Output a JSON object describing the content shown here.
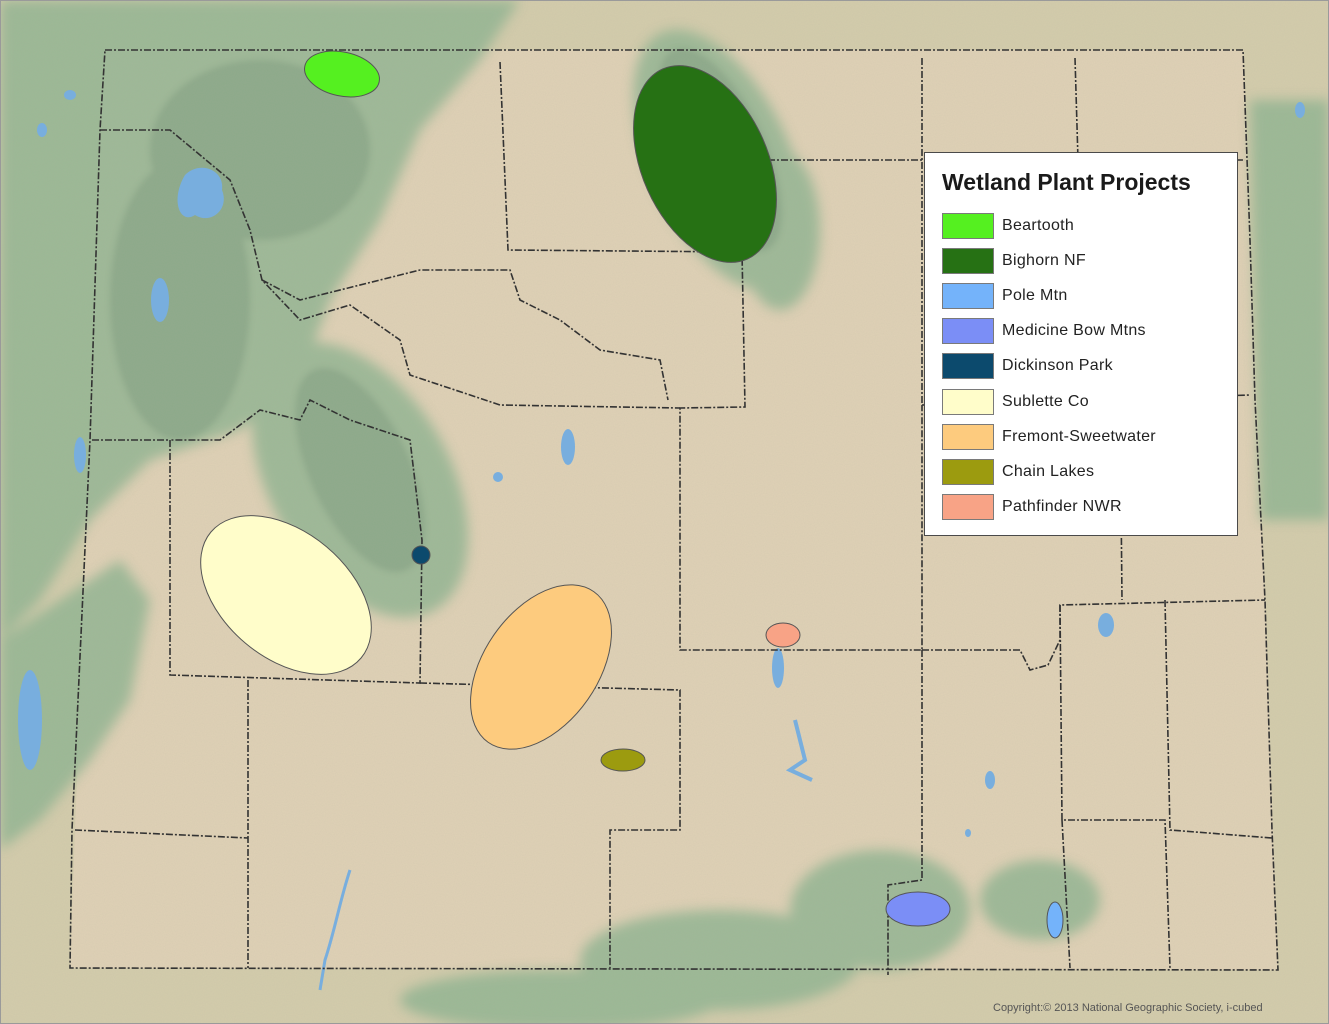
{
  "legend": {
    "title": "Wetland Plant Projects",
    "items": [
      {
        "label": "Beartooth",
        "color": "#55f020"
      },
      {
        "label": "Bighorn NF",
        "color": "#267114"
      },
      {
        "label": "Pole Mtn",
        "color": "#74b3fa"
      },
      {
        "label": "Medicine Bow Mtns",
        "color": "#7b8ef6"
      },
      {
        "label": "Dickinson Park",
        "color": "#0c4a6d"
      },
      {
        "label": "Sublette Co",
        "color": "#fffdca"
      },
      {
        "label": "Fremont-Sweetwater",
        "color": "#fdcb7e"
      },
      {
        "label": "Chain Lakes",
        "color": "#9c9b0f"
      },
      {
        "label": "Pathfinder NWR",
        "color": "#f8a386"
      }
    ]
  },
  "copyright": "Copyright:© 2013 National Geographic Society, i-cubed",
  "colors": {
    "terrain_base": "#d9d1b4",
    "forest": "#8fb490",
    "water": "#78aede",
    "boundary": "#3a3a3a"
  }
}
